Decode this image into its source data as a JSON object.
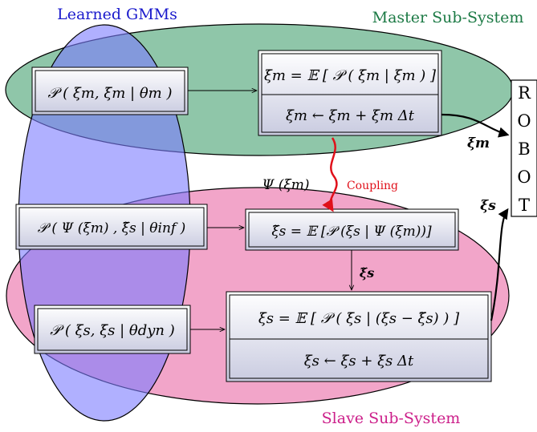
{
  "labels": {
    "learned": "Learned GMMs",
    "master": "Master Sub-System",
    "slave": "Slave Sub-System",
    "coupling": "Coupling",
    "robot": [
      "R",
      "O",
      "B",
      "O",
      "T"
    ]
  },
  "math": {
    "gmm_master": "𝒫 ( ξm, ξ̇m | θm )",
    "gmm_inf": "𝒫 ( Ψ (ξm) , ξ̃s | θinf )",
    "gmm_dyn": "𝒫 ( ξs, ξ̇s | θdyn )",
    "master_top": "ξ̇m = 𝔼 [ 𝒫 ( ξ̇m | ξm ) ]",
    "master_bottom": "ξm ← ξm + ξ̇m Δt",
    "inf_box": "ξ̃s = 𝔼 [𝒫 (ξs | Ψ (ξm))]",
    "slave_top": "ξ̇s = 𝔼 [ 𝒫 ( ξ̇s | (ξs − ξ̃s) ) ]",
    "slave_bottom": "ξs ← ξs + ξ̇s Δt",
    "psi_label": "Ψ (ξm)",
    "xi_m": "ξm",
    "xi_s": "ξs",
    "xi_tilde_s": "ξ̃s"
  },
  "colors": {
    "blue_region": "#7b7bff",
    "green_region": "#5fae84",
    "pink_region": "#ef8fbb",
    "learned_text": "#1a1acc",
    "master_text": "#1c7a45",
    "slave_text": "#cc1f8a",
    "coupling": "#e0101a"
  }
}
